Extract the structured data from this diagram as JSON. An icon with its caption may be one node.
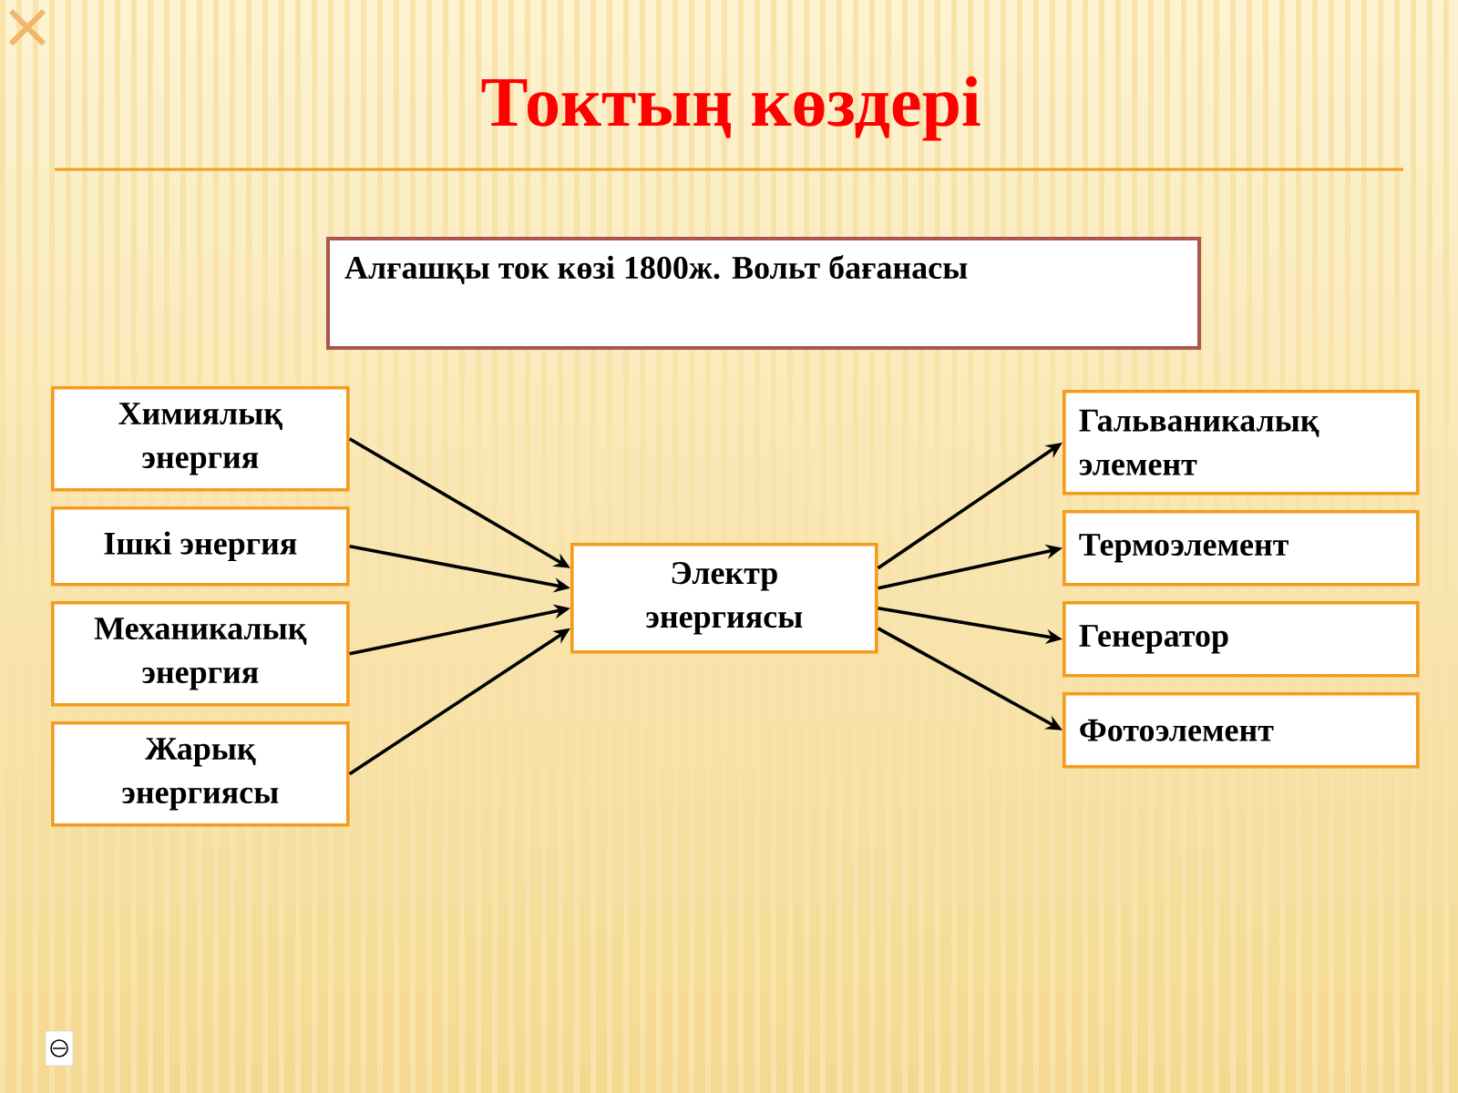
{
  "diagram": {
    "title": "Токтың көздері",
    "nodes": [
      {
        "text": [
          "Алғашқы ток көзі 1800ж. Вольт бағанасы"
        ]
      },
      {
        "text": [
          "Химиялық энергия"
        ]
      },
      {
        "text": [
          "Ішкі энергия"
        ]
      },
      {
        "text": [
          "Механикалық энергия"
        ]
      },
      {
        "text": [
          "Жарық энергиясы"
        ]
      },
      {
        "text": [
          "Электр энергиясы"
        ]
      },
      {
        "text": [
          "Гальваникалық элемент"
        ]
      },
      {
        "text": [
          "Термоэлемент"
        ]
      },
      {
        "text": [
          "Генератор"
        ]
      },
      {
        "text": [
          "Фотоэлемент"
        ]
      }
    ],
    "edges": [
      {
        "from": 1,
        "to": 5,
        "arrow": "to"
      },
      {
        "from": 2,
        "to": 5,
        "arrow": "to"
      },
      {
        "from": 3,
        "to": 5,
        "arrow": "to"
      },
      {
        "from": 4,
        "to": 5,
        "arrow": "to"
      },
      {
        "from": 5,
        "to": 6,
        "arrow": "to"
      },
      {
        "from": 5,
        "to": 7,
        "arrow": "to"
      },
      {
        "from": 5,
        "to": 8,
        "arrow": "to"
      },
      {
        "from": 5,
        "to": 9,
        "arrow": "to"
      }
    ]
  }
}
